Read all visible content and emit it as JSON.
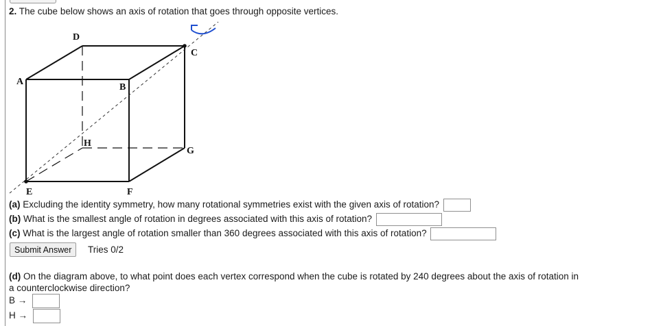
{
  "question": {
    "number": "2.",
    "intro": "The cube below shows an axis of rotation that goes through opposite vertices."
  },
  "diagram": {
    "vertices": {
      "A": "A",
      "B": "B",
      "C": "C",
      "D": "D",
      "E": "E",
      "F": "F",
      "G": "G",
      "H": "H"
    }
  },
  "parts": {
    "a": {
      "tag": "(a)",
      "text": "Excluding the identity symmetry, how many rotational symmetries exist with the given axis of rotation?",
      "value": ""
    },
    "b": {
      "tag": "(b)",
      "text": "What is the smallest angle of rotation in degrees associated with this axis of rotation?",
      "value": ""
    },
    "c": {
      "tag": "(c)",
      "text": "What is the largest angle of rotation smaller than 360 degrees associated with this axis of rotation?",
      "value": ""
    },
    "d": {
      "tag": "(d)",
      "text_line1": "On the diagram above, to what point does each vertex correspond when the cube is rotated by 240 degrees about the axis of rotation in",
      "text_line2": "a counterclockwise direction?",
      "mappings": [
        {
          "label": "B →",
          "value": ""
        },
        {
          "label": "H →",
          "value": ""
        }
      ]
    }
  },
  "submit": {
    "label": "Submit Answer",
    "tries": "Tries 0/2"
  }
}
